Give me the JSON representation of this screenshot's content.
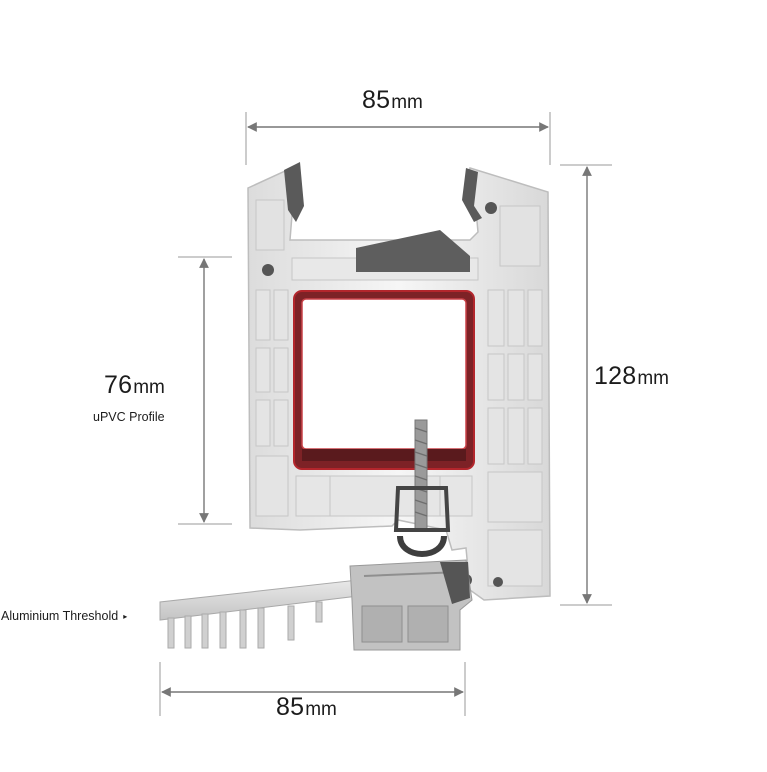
{
  "dimensions": {
    "top_width": {
      "value": "85",
      "unit": "mm"
    },
    "bottom_width": {
      "value": "85",
      "unit": "mm"
    },
    "height": {
      "value": "128",
      "unit": "mm"
    },
    "inner_height": {
      "value": "76",
      "unit": "mm"
    }
  },
  "labels": {
    "profile": "uPVC Profile",
    "threshold": "Aluminium Threshold",
    "threshold_arrow": "▸"
  },
  "colors": {
    "upvc": "#f1f1f1",
    "upvc_shadow": "#cfcfcf",
    "steel_reinforcement": "#b3262c",
    "gasket": "#5a5a5a",
    "threshold": "#d9d9d9",
    "dimension_line": "#777777"
  }
}
